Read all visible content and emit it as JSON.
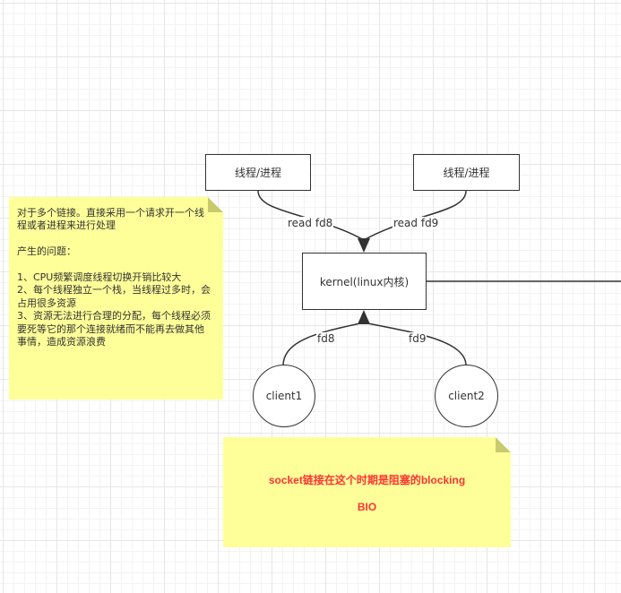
{
  "nodes": {
    "thread_left": "线程/进程",
    "thread_right": "线程/进程",
    "kernel": "kernel(linux内核)",
    "client1": "client1",
    "client2": "client2"
  },
  "edges": {
    "read_fd8": "read fd8",
    "read_fd9": "read fd9",
    "fd8": "fd8",
    "fd9": "fd9"
  },
  "notes": {
    "left": "对于多个链接。直接采用一个请求开一个线程或者进程来进行处理\n\n产生的问题：\n\n1、CPU频繁调度线程切换开销比较大\n2、每个线程独立一个栈，当线程过多时，会占用很多资源\n3、资源无法进行合理的分配，每个线程必须要死等它的那个连接就绪而不能再去做其他事情，造成资源浪费",
    "bottom_line1": "socket链接在这个时期是阻塞的blocking",
    "bottom_line2": "BIO"
  },
  "colors": {
    "note_fill": "#ffff99",
    "note_fold": "#c9c96e",
    "stroke": "#333333",
    "highlight_text": "#ff3333"
  }
}
